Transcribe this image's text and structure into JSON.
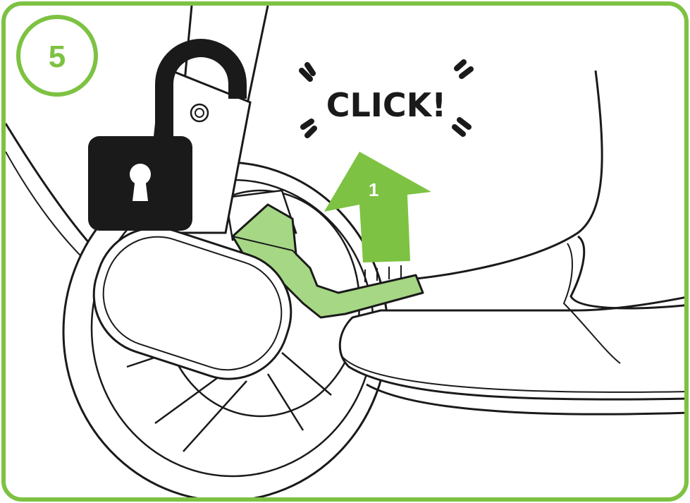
{
  "step": {
    "number": "5"
  },
  "sound": {
    "text": "CLICK!"
  },
  "arrow": {
    "label": "1"
  },
  "icons": {
    "lock": "unlocked-padlock-icon",
    "arrow": "up-arrow-icon"
  },
  "colors": {
    "accent_green": "#7dc242",
    "light_green": "#a6d785",
    "outline": "#1a1a1a",
    "background": "#ffffff"
  }
}
